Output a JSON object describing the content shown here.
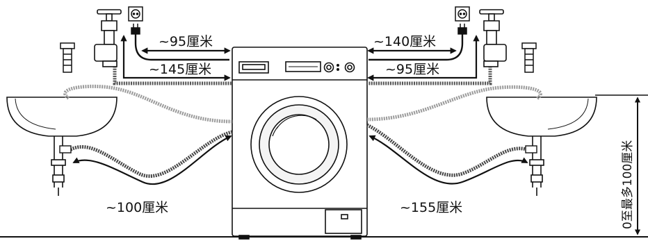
{
  "labels": {
    "left_top_short": "~95厘米",
    "left_top_long": "~145厘米",
    "right_top_long": "~140厘米",
    "right_top_short": "~95厘米",
    "left_bottom": "~100厘米",
    "right_bottom": "~155厘米",
    "height_note": "0至最多100厘米"
  },
  "colors": {
    "line": "#111111",
    "hose_gray": "#9a9a9a",
    "hose_dark": "#444444",
    "background": "#ffffff"
  }
}
